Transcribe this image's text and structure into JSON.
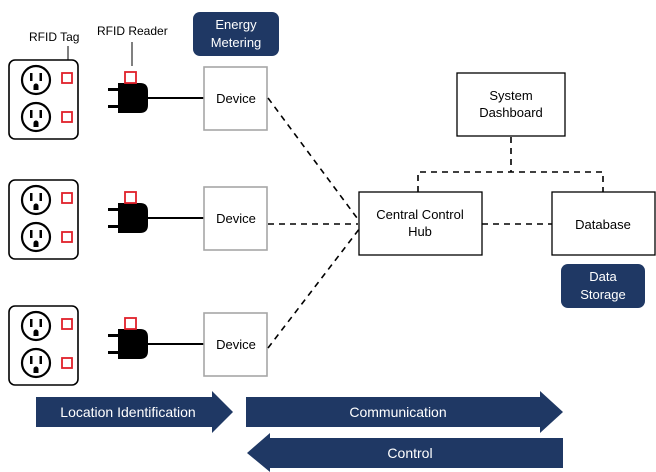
{
  "labels": {
    "rfid_tag": "RFID Tag",
    "rfid_reader": "RFID Reader"
  },
  "badges": {
    "energy_metering": [
      "Energy",
      "Metering"
    ],
    "data_storage": [
      "Data",
      "Storage"
    ]
  },
  "devices": [
    {
      "label": "Device"
    },
    {
      "label": "Device"
    },
    {
      "label": "Device"
    }
  ],
  "hub": [
    "Central Control",
    "Hub"
  ],
  "dashboard": [
    "System",
    "Dashboard"
  ],
  "database": "Database",
  "arrows": {
    "location": "Location Identification",
    "communication": "Communication",
    "control": "Control"
  },
  "colors": {
    "navy": "#1f3864",
    "tag_red": "#e0202a",
    "box_border": "#a6a6a6"
  }
}
